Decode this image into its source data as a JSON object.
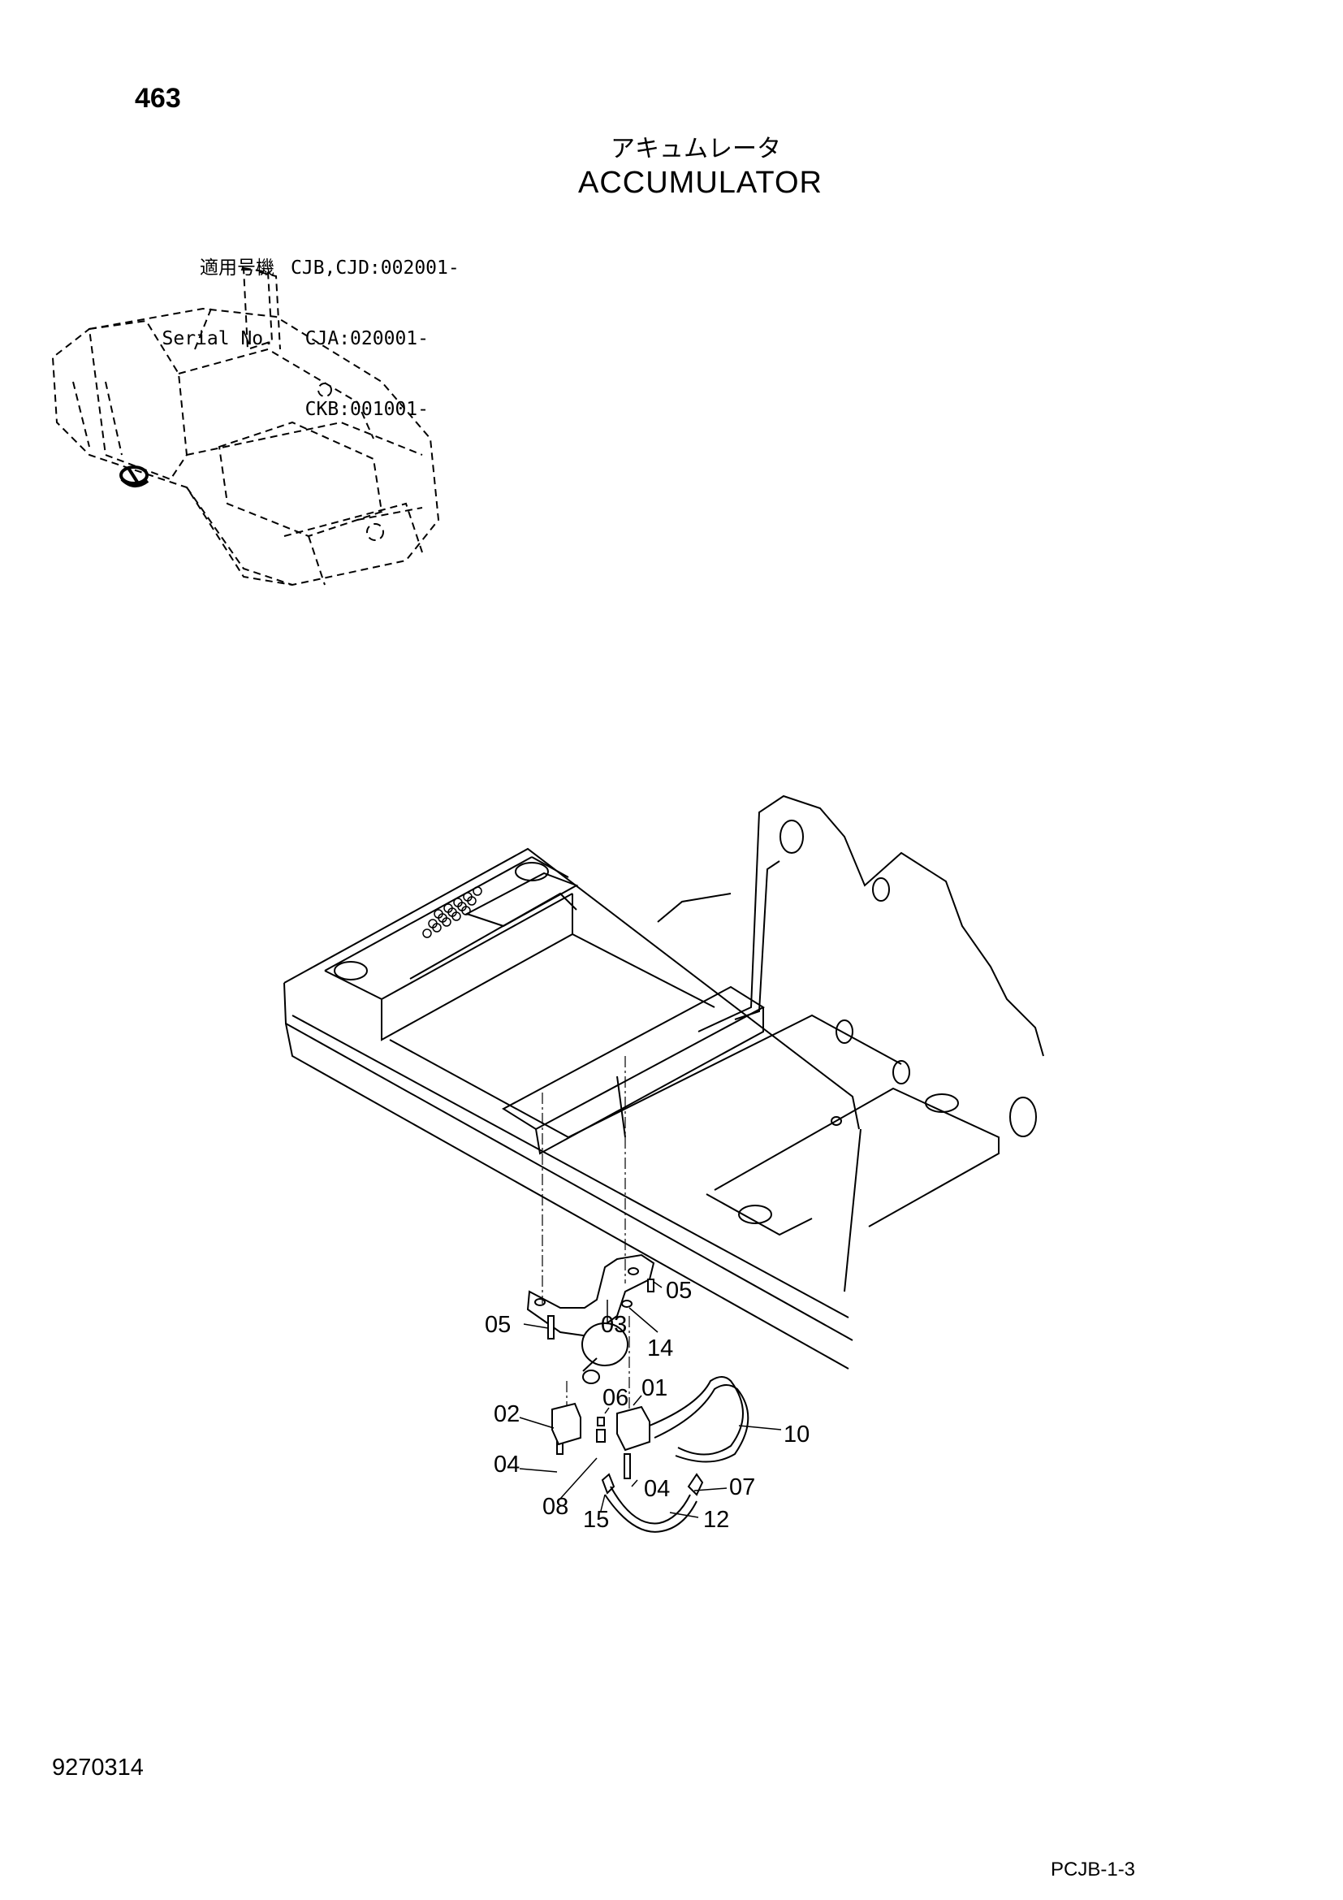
{
  "page": {
    "number": "463",
    "title_jp": "アキュムレータ",
    "title_en": "ACCUMULATOR",
    "document_id": "9270314",
    "page_code": "PCJB-1-3"
  },
  "serial": {
    "rows": [
      {
        "label": "適用号機",
        "value": "CJB,CJD:002001-"
      },
      {
        "label": "Serial No.",
        "value": "CJA:020001-"
      },
      {
        "label": "",
        "value": "CKB:001001-"
      }
    ]
  },
  "callouts": {
    "c05a": "05",
    "c05b": "05",
    "c14": "14",
    "c03": "03",
    "c06": "06",
    "c01": "01",
    "c02": "02",
    "c10": "10",
    "c04a": "04",
    "c04b": "04",
    "c07": "07",
    "c08": "08",
    "c15": "15",
    "c12": "12"
  }
}
